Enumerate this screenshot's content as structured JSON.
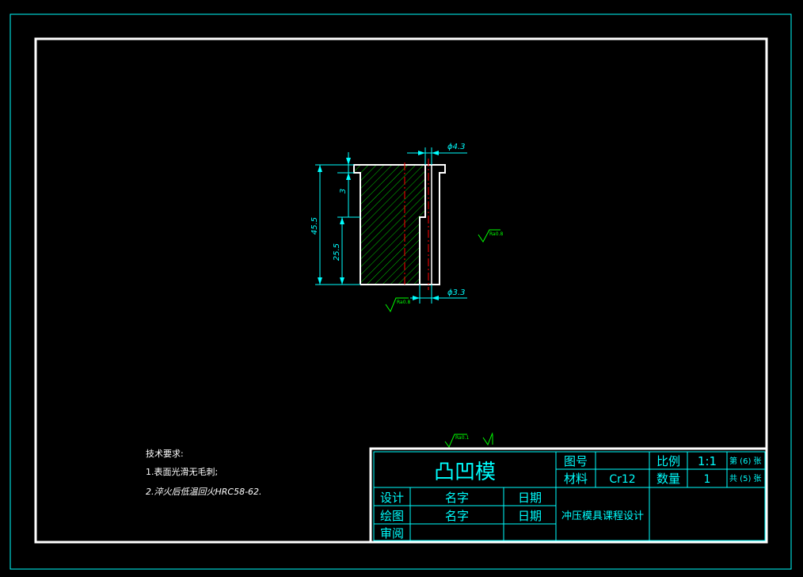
{
  "colors": {
    "background": "#000000",
    "frame": "#ffffff",
    "dimension": "#00ffff",
    "hatch": "#00ff00",
    "centerline": "#ff0000",
    "title_text": "#00ffff",
    "note_text": "#ffffff"
  },
  "drawing": {
    "dimensions": {
      "top_diameter": "ϕ4.3",
      "bottom_diameter": "ϕ3.3",
      "overall_height": "45.5",
      "lower_height": "25.5",
      "flange_height": "3"
    },
    "roughness": {
      "right": "Ra0.8",
      "bottom": "Ra0.8",
      "corner": "Ra0.1"
    }
  },
  "notes": {
    "title": "技术要求:",
    "line1": "1.表面光滑无毛刺;",
    "line2": "2.淬火后低温回火HRC58-62."
  },
  "title_block": {
    "part_name": "凸凹模",
    "drawing_no_label": "图号",
    "drawing_no_value": "",
    "ratio_label": "比例",
    "ratio_value": "1:1",
    "sheet_label": "第 (6) 张",
    "material_label": "材料",
    "material_value": "Cr12",
    "quantity_label": "数量",
    "quantity_value": "1",
    "total_label": "共 (5) 张",
    "design_label": "设计",
    "design_name": "名字",
    "design_date": "日期",
    "draw_label": "绘图",
    "draw_name": "名字",
    "draw_date": "日期",
    "check_label": "审阅",
    "course_name": "冲压模具课程设计"
  }
}
